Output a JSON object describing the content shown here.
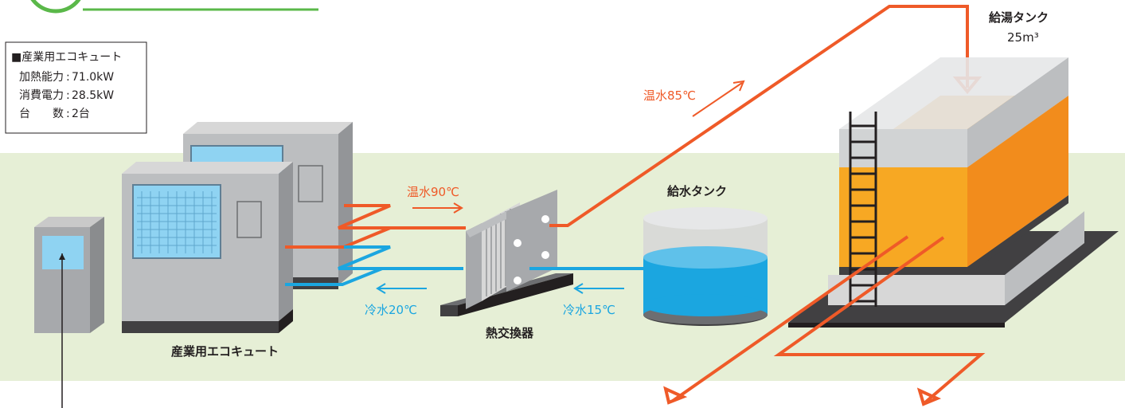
{
  "spec_box": {
    "title": "■産業用エコキュート",
    "rows": [
      {
        "label": "加熱能力",
        "sep": ":",
        "value": "71.0kW"
      },
      {
        "label": "消費電力",
        "sep": ":",
        "value": "28.5kW"
      },
      {
        "label": "台　　数",
        "sep": ":",
        "value": "2台"
      }
    ]
  },
  "labels": {
    "ecocute": "産業用エコキュート",
    "heat_exchanger": "熱交換器",
    "supply_water_tank": "給水タンク",
    "hot_water_tank_name": "給湯タンク",
    "hot_water_tank_volume": "25m³",
    "hot_water_90": "温水90℃",
    "hot_water_85": "温水85℃",
    "cold_water_20": "冷水20℃",
    "cold_water_15": "冷水15℃"
  },
  "colors": {
    "hot_pipe": "#ef5a28",
    "cold_pipe": "#1ba6e0",
    "ground": "#e6efd6",
    "header_green": "#5ab849",
    "tank_water": "#f7a823"
  }
}
